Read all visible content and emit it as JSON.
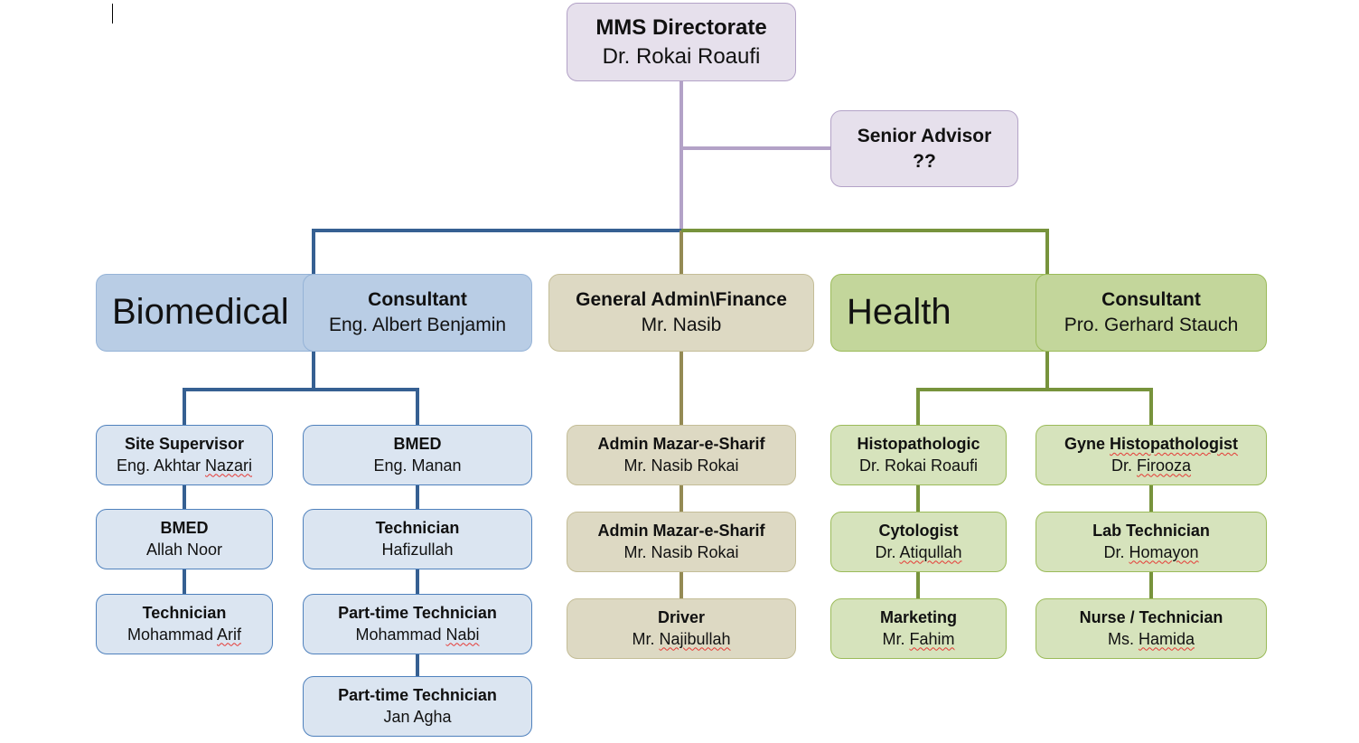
{
  "colors": {
    "purple_line": "#b3a2c7",
    "blue_line": "#366092",
    "olive_line": "#948a54",
    "green_line": "#77933c"
  },
  "top": {
    "title": "MMS Directorate",
    "name": "Dr. Rokai Roaufi"
  },
  "advisor": {
    "title": "Senior Advisor",
    "name": "??"
  },
  "biomedical": {
    "label": "Biomedical",
    "consultant": {
      "title": "Consultant",
      "name": "Eng. Albert Benjamin"
    },
    "left_column": [
      {
        "title": "Site Supervisor",
        "name_a": "Eng. Akhtar ",
        "name_b": "Nazari"
      },
      {
        "title": "BMED",
        "name": "Allah Noor"
      },
      {
        "title": "Technician",
        "name_a": "Mohammad ",
        "name_b": "Arif"
      }
    ],
    "right_column": [
      {
        "title": "BMED",
        "name": "Eng. Manan"
      },
      {
        "title": "Technician",
        "name": "Hafizullah"
      },
      {
        "title": "Part-time Technician",
        "name_a": "Mohammad ",
        "name_b": "Nabi"
      },
      {
        "title": "Part-time Technician",
        "name": "Jan Agha"
      }
    ]
  },
  "admin": {
    "title": "General Admin\\Finance",
    "name": "Mr. Nasib",
    "column": [
      {
        "title": "Admin Mazar-e-Sharif",
        "name": "Mr. Nasib Rokai"
      },
      {
        "title": "Admin Mazar-e-Sharif",
        "name": "Mr. Nasib Rokai"
      },
      {
        "title": "Driver",
        "name_a": "Mr. ",
        "name_b": "Najibullah"
      }
    ]
  },
  "health": {
    "label": "Health",
    "consultant": {
      "title": "Consultant",
      "name": "Pro. Gerhard Stauch"
    },
    "left_column": [
      {
        "title": "Histopathologic",
        "name": "Dr. Rokai Roaufi"
      },
      {
        "title": "Cytologist",
        "name_a": "Dr. ",
        "name_b": "Atiqullah"
      },
      {
        "title": "Marketing",
        "name_a": "Mr. ",
        "name_b": "Fahim"
      }
    ],
    "right_column": [
      {
        "title_a": "Gyne ",
        "title_b": "Histopathologist",
        "name_a": "Dr. ",
        "name_b": "Firooza"
      },
      {
        "title": "Lab Technician",
        "name_a": "Dr. ",
        "name_b": "Homayon"
      },
      {
        "title": "Nurse / Technician",
        "name_a": "Ms. ",
        "name_b": "Hamida"
      }
    ]
  }
}
